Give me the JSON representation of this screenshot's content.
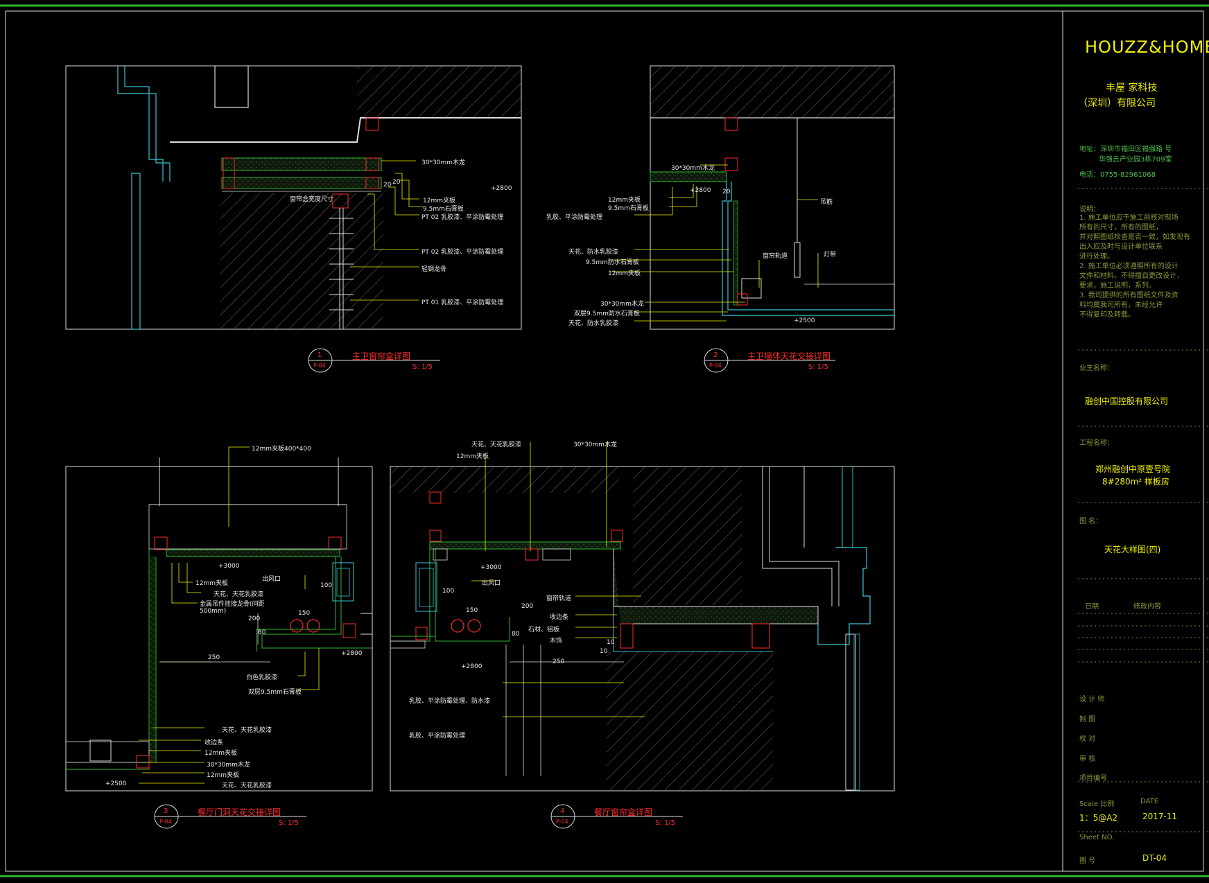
{
  "title_block": {
    "brand": "HOUZZ&HOME",
    "company_line1": "丰屋 家科技",
    "company_line2": "（深圳）有限公司",
    "address_line1": "地址：深圳市福田区福强路   号",
    "address_line2": "华强云产业园3栋709室",
    "phone": "电话：0755-82961068",
    "notes_title": "说明：",
    "notes": [
      "1. 施工单位应于施工前核对现场",
      "所有的尺寸，所有的图纸，",
      "并对照图纸检查是否一致，如发现有",
      "出入应及时与设计单位联系",
      "进行处理。",
      "2. 施工单位必须遵照所有的设计",
      "文件和材料，不得擅自更改设计，",
      "要求，施工说明，系列。",
      "3. 我司提供的所有图纸文件及资",
      "料均属我司所有，未经允许",
      "不得复印及转载。"
    ],
    "client_label": "业主名称：",
    "client_name": "融创中国控股有限公司",
    "project_label": "工程名称：",
    "project_line1": "郑州融创中原壹号院",
    "project_line2": "8#280m² 样板房",
    "drawing_label": "图  名：",
    "drawing_name": "天花大样图(四)",
    "rev_date_label": "日期",
    "rev_content_label": "修改内容",
    "designer_label": "设 计 师",
    "drafter_label": "制    图",
    "checker_label": "校    对",
    "reviewer_label": "审    核",
    "project_no_label": "项目编号",
    "scale_label": "Scale  比例",
    "date_label": "DATE",
    "scale_value": "1：5@A2",
    "date_value": "2017-11",
    "sheet_no_label": "Sheet NO.",
    "sheet_label": "图    号",
    "sheet_value": "DT-04"
  },
  "details": [
    {
      "num": "1",
      "ref": "P-04",
      "title": "主卫窗帘盒详图",
      "scale": "S: 1/5"
    },
    {
      "num": "2",
      "ref": "P-04",
      "title": "主卫墙体天花交接详图",
      "scale": "S: 1/5"
    },
    {
      "num": "3",
      "ref": "P-04",
      "title": "餐厅门洞天花交接详图",
      "scale": "S: 1/5"
    },
    {
      "num": "4",
      "ref": "P-04",
      "title": "餐厅窗帘盒详图",
      "scale": "S: 1/5"
    }
  ],
  "labels_d1": {
    "wood": "30*30mm木龙",
    "dim20a": "20",
    "dim20b": "20",
    "ply": "12mm夹板",
    "gyp": "9.5mm石膏板",
    "pt1": "PT 02  乳胶漆、平涂防霉处理",
    "pt2": "PT 02  乳胶漆、平涂防霉处理",
    "stud": "轻钢龙骨",
    "pt3": "PT 01  乳胶漆、平涂防霉处理",
    "level": "+2800",
    "hdr": "窗帘盒宽度尺寸"
  },
  "labels_d2": {
    "wood": "30*30mm木龙",
    "ply1": "12mm夹板",
    "gyp1": "9.5mm石膏板",
    "pt1": "乳胶、平涂防霉处理",
    "level1": "+2800",
    "dim": "20",
    "rod": "吊筋",
    "pt2": "天花、防水乳胶漆",
    "gyp2": "9.5mm防水石膏板",
    "ply2": "12mm夹板",
    "curtain": "窗帘轨道",
    "light": "灯带",
    "wood2": "30*30mm木龙",
    "gyp3": "双层9.5mm防水石膏板",
    "pt3": "天花、防水乳胶漆",
    "level2": "+2500"
  },
  "labels_d3": {
    "top": "12mm夹板400*400",
    "level1": "+3000",
    "ply": "12mm夹板",
    "pt1": "天花、天花乳胶漆",
    "note": "金属吊件挂接龙骨(间距500mm)",
    "vent": "出风口",
    "d150": "150",
    "d100": "100",
    "d200": "200",
    "d80": "80",
    "d250": "250",
    "seal": "白色乳胶漆",
    "gyp": "双层9.5mm石膏板",
    "level2": "+2800",
    "pt2": "天花、天花乳胶漆",
    "trim": "收边条",
    "ply2": "12mm夹板",
    "wood": "30*30mm木龙",
    "ply3": "12mm夹板",
    "pt3": "天花、天花乳胶漆",
    "level3": "+2500"
  },
  "labels_d4": {
    "pt1": "天花、天花乳胶漆",
    "ply": "12mm夹板",
    "wood": "30*30mm木龙",
    "level1": "+3000",
    "vent": "出风口",
    "d100": "100",
    "d150": "150",
    "d200": "200",
    "d80": "80",
    "d250": "250",
    "d10a": "10",
    "d10b": "10",
    "curtain": "窗帘轨道",
    "p1": "收边条",
    "p2": "石材、铝板",
    "p3": "木饰",
    "level2": "+2800",
    "pt2": "乳胶、平涂防霉处理、防水漆",
    "pt3": "乳胶、平涂防霉处理"
  }
}
